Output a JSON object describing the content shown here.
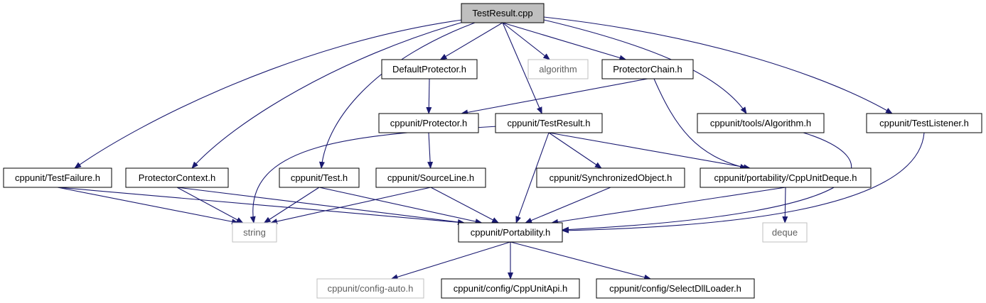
{
  "colors": {
    "edge": "#191970",
    "node_border": "#000000",
    "external_border": "#bfbfbf",
    "root_fill": "#bfbfbf",
    "node_fill": "#ffffff",
    "label": "#000000",
    "external_label": "#606060"
  },
  "nodes": [
    {
      "id": "testresult_cpp",
      "label": "TestResult.cpp",
      "kind": "root"
    },
    {
      "id": "defaultprotector",
      "label": "DefaultProtector.h",
      "kind": "file"
    },
    {
      "id": "algorithm",
      "label": "algorithm",
      "kind": "external"
    },
    {
      "id": "protectorchain",
      "label": "ProtectorChain.h",
      "kind": "file"
    },
    {
      "id": "protector",
      "label": "cppunit/Protector.h",
      "kind": "file"
    },
    {
      "id": "testresult_h",
      "label": "cppunit/TestResult.h",
      "kind": "file"
    },
    {
      "id": "tools_algorithm",
      "label": "cppunit/tools/Algorithm.h",
      "kind": "file"
    },
    {
      "id": "testlistener",
      "label": "cppunit/TestListener.h",
      "kind": "file"
    },
    {
      "id": "testfailure",
      "label": "cppunit/TestFailure.h",
      "kind": "file"
    },
    {
      "id": "protectorcontext",
      "label": "ProtectorContext.h",
      "kind": "file"
    },
    {
      "id": "test_h",
      "label": "cppunit/Test.h",
      "kind": "file"
    },
    {
      "id": "sourceline",
      "label": "cppunit/SourceLine.h",
      "kind": "file"
    },
    {
      "id": "synchronized",
      "label": "cppunit/SynchronizedObject.h",
      "kind": "file"
    },
    {
      "id": "cppunitdeque",
      "label": "cppunit/portability/CppUnitDeque.h",
      "kind": "file"
    },
    {
      "id": "string",
      "label": "string",
      "kind": "external"
    },
    {
      "id": "portability",
      "label": "cppunit/Portability.h",
      "kind": "file"
    },
    {
      "id": "deque",
      "label": "deque",
      "kind": "external"
    },
    {
      "id": "config_auto",
      "label": "cppunit/config-auto.h",
      "kind": "external"
    },
    {
      "id": "cppunitapi",
      "label": "cppunit/config/CppUnitApi.h",
      "kind": "file"
    },
    {
      "id": "selectdll",
      "label": "cppunit/config/SelectDllLoader.h",
      "kind": "file"
    }
  ],
  "edges": [
    {
      "from": "testresult_cpp",
      "to": "defaultprotector"
    },
    {
      "from": "testresult_cpp",
      "to": "algorithm"
    },
    {
      "from": "testresult_cpp",
      "to": "protectorchain"
    },
    {
      "from": "testresult_cpp",
      "to": "testresult_h"
    },
    {
      "from": "testresult_cpp",
      "to": "tools_algorithm"
    },
    {
      "from": "testresult_cpp",
      "to": "testlistener"
    },
    {
      "from": "testresult_cpp",
      "to": "testfailure"
    },
    {
      "from": "testresult_cpp",
      "to": "protectorcontext"
    },
    {
      "from": "testresult_cpp",
      "to": "test_h"
    },
    {
      "from": "defaultprotector",
      "to": "protector"
    },
    {
      "from": "protectorchain",
      "to": "protector"
    },
    {
      "from": "protectorchain",
      "to": "cppunitdeque"
    },
    {
      "from": "protector",
      "to": "sourceline"
    },
    {
      "from": "testresult_h",
      "to": "string"
    },
    {
      "from": "testresult_h",
      "to": "portability"
    },
    {
      "from": "testresult_h",
      "to": "synchronized"
    },
    {
      "from": "testresult_h",
      "to": "cppunitdeque"
    },
    {
      "from": "tools_algorithm",
      "to": "portability"
    },
    {
      "from": "testlistener",
      "to": "portability"
    },
    {
      "from": "testfailure",
      "to": "string"
    },
    {
      "from": "testfailure",
      "to": "portability"
    },
    {
      "from": "protectorcontext",
      "to": "string"
    },
    {
      "from": "protectorcontext",
      "to": "portability"
    },
    {
      "from": "test_h",
      "to": "string"
    },
    {
      "from": "test_h",
      "to": "portability"
    },
    {
      "from": "sourceline",
      "to": "string"
    },
    {
      "from": "sourceline",
      "to": "portability"
    },
    {
      "from": "synchronized",
      "to": "portability"
    },
    {
      "from": "cppunitdeque",
      "to": "portability"
    },
    {
      "from": "cppunitdeque",
      "to": "deque"
    },
    {
      "from": "portability",
      "to": "config_auto"
    },
    {
      "from": "portability",
      "to": "cppunitapi"
    },
    {
      "from": "portability",
      "to": "selectdll"
    }
  ]
}
